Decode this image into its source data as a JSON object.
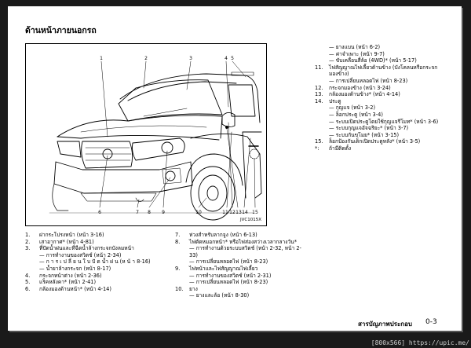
{
  "page": {
    "section_title": "ด้านหน้าภายนอกรถ",
    "figure_code": "JVC1015X",
    "footer_title": "สารบัญภาพประกอบ",
    "footer_page": "0-3",
    "watermark": "[800x566] https://upic.me/"
  },
  "figure": {
    "callouts_top": [
      "1",
      "2",
      "3",
      "4",
      "5"
    ],
    "callouts_bottom": [
      "6",
      "7",
      "8",
      "9",
      "10",
      "11",
      "12",
      "13",
      "14",
      "15"
    ]
  },
  "col1": [
    {
      "num": "1.",
      "text": "ฝากระโปรงหน้า (หน้า 3-16)"
    },
    {
      "num": "2.",
      "text": "เสาอากาศ* (หน้า 4-81)"
    },
    {
      "num": "3.",
      "text": "ที่ปัดน้ำฝนและที่ฉีดน้ำล้างกระจกบังลมหน้า"
    },
    {
      "sub": "— การทำงานของสวิตช์ (หน้า 2-34)"
    },
    {
      "sub": "— ก า ร เ ป ลี่ ย น ใ บ ปั ด น้ำ ฝ น  (ห น้ า  8-16)"
    },
    {
      "sub": "— น้ำยาล้างกระจก (หน้า 8-17)"
    },
    {
      "num": "4.",
      "text": "กระจกหน้าต่าง (หน้า 2-36)"
    },
    {
      "num": "5.",
      "text": "แร็คหลังคา* (หน้า 2-41)"
    },
    {
      "num": "6.",
      "text": "กล้องมองด้านหน้า* (หน้า 4-14)"
    }
  ],
  "col2": [
    {
      "num": "7.",
      "text": "ห่วงสำหรับลากจูง (หน้า 6-13)"
    },
    {
      "num": "8.",
      "text": "ไฟตัดหมอกหน้า* หรือไฟส่องสว่างเวลากลางวัน*"
    },
    {
      "sub": "— การทำงานด้วยระบบสวิตช์ (หน้า 2-32, หน้า 2-"
    },
    {
      "cont": "33)"
    },
    {
      "sub": "— การเปลี่ยนหลอดไฟ (หน้า 8-23)"
    },
    {
      "num": "9.",
      "text": "ไฟหน้าและไฟสัญญาณไฟเลี้ยว"
    },
    {
      "sub": "— การทำงานของสวิตช์ (หน้า 2-31)"
    },
    {
      "sub": "— การเปลี่ยนหลอดไฟ (หน้า 8-23)"
    },
    {
      "num": "10.",
      "text": "ยาง"
    },
    {
      "sub": "— ยางและล้อ (หน้า 8-30)"
    }
  ],
  "col3": [
    {
      "sub": "— ยางแบน (หน้า 6-2)"
    },
    {
      "sub": "— ค่าจำเพาะ (หน้า 9-7)"
    },
    {
      "sub": "— ขับเคลื่อนสี่ล้อ (4WD)* (หน้า 5-17)"
    },
    {
      "num": "11.",
      "text": "ไฟสัญญาณไฟเลี้ยวด้านข้าง (บังโคลนหรือกระจก"
    },
    {
      "cont": "มองข้าง)"
    },
    {
      "sub": "— การเปลี่ยนหลอดไฟ (หน้า 8-23)"
    },
    {
      "num": "12.",
      "text": "กระจกมองข้าง (หน้า 3-24)"
    },
    {
      "num": "13.",
      "text": "กล้องมองด้านข้าง* (หน้า 4-14)"
    },
    {
      "num": "14.",
      "text": "ประตู"
    },
    {
      "sub": "— กุญแจ (หน้า 3-2)"
    },
    {
      "sub": "— ล็อกประตู (หน้า 3-4)"
    },
    {
      "sub": "— ระบบเปิดประตูโดยใช้กุญแจรีโมท* (หน้า 3-6)"
    },
    {
      "sub": "— ระบบกุญแจอัจฉริยะ* (หน้า 3-7)"
    },
    {
      "sub": "— ระบบกันขโมย* (หน้า 3-15)"
    },
    {
      "num": "15.",
      "text": "ล็อกป้องกันเด็กเปิดประตูหลัง* (หน้า 3-5)"
    },
    {
      "num": "*:",
      "text": "ถ้ามีติดตั้ง"
    }
  ]
}
